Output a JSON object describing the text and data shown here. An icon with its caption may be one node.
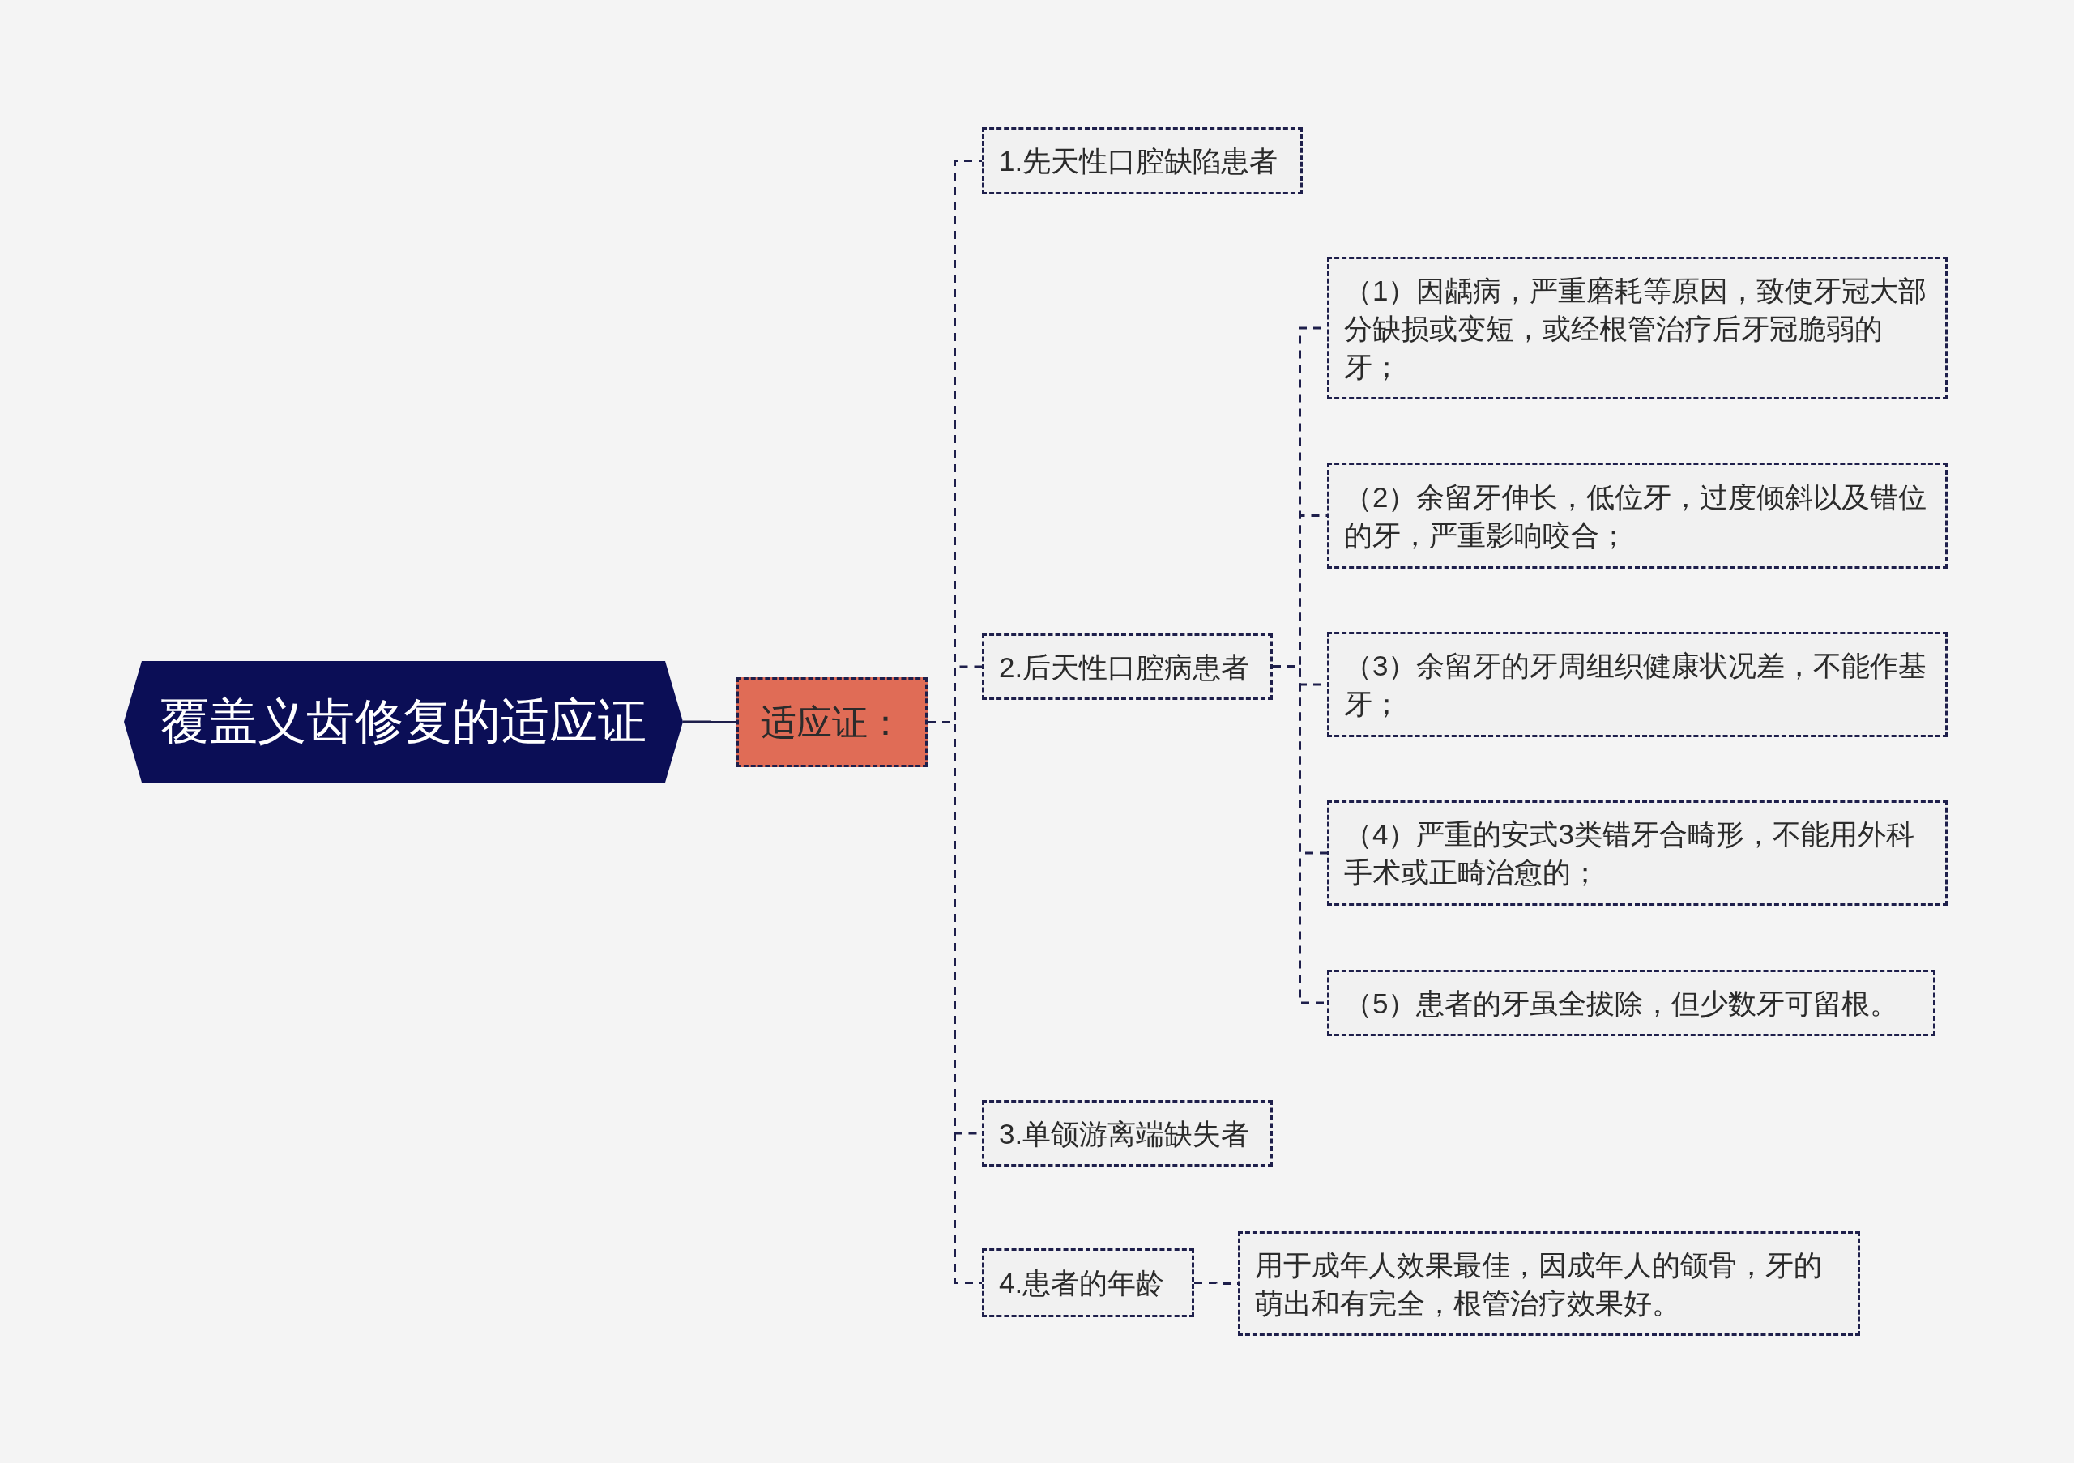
{
  "diagram": {
    "nodes": [
      {
        "text": [
          "覆盖义齿修复的适应证"
        ]
      },
      {
        "text": [
          "适应证："
        ]
      },
      {
        "text": [
          "1.先天性口腔缺陷患者"
        ]
      },
      {
        "text": [
          "2.后天性口腔病患者"
        ]
      },
      {
        "text": [
          "（1）因龋病，严重磨耗等原因，致使牙冠大部分缺损或变短，或经根管治疗后牙冠脆弱的牙；"
        ]
      },
      {
        "text": [
          "（2）余留牙伸长，低位牙，过度倾斜以及错位的牙，严重影响咬合；"
        ]
      },
      {
        "text": [
          "（3）余留牙的牙周组织健康状况差，不能作基牙；"
        ]
      },
      {
        "text": [
          "（4）严重的安式3类错牙合畸形，不能用外科手术或正畸治愈的；"
        ]
      },
      {
        "text": [
          "（5）患者的牙虽全拔除，但少数牙可留根。"
        ]
      },
      {
        "text": [
          "3.单颌游离端缺失者"
        ]
      },
      {
        "text": [
          "4.患者的年龄"
        ]
      },
      {
        "text": [
          "用于成年人效果最佳，因成年人的颌骨，牙的萌出和有完全，根管治疗效果好。"
        ]
      }
    ],
    "edges": [
      {
        "from": 0,
        "to": 1,
        "arrow": "none"
      },
      {
        "from": 1,
        "to": 2,
        "arrow": "none",
        "style": "dashed"
      },
      {
        "from": 1,
        "to": 3,
        "arrow": "none",
        "style": "dashed"
      },
      {
        "from": 3,
        "to": 4,
        "arrow": "none",
        "style": "dashed"
      },
      {
        "from": 3,
        "to": 5,
        "arrow": "none",
        "style": "dashed"
      },
      {
        "from": 3,
        "to": 6,
        "arrow": "none",
        "style": "dashed"
      },
      {
        "from": 3,
        "to": 7,
        "arrow": "none",
        "style": "dashed"
      },
      {
        "from": 3,
        "to": 8,
        "arrow": "none",
        "style": "dashed"
      },
      {
        "from": 1,
        "to": 9,
        "arrow": "none",
        "style": "dashed"
      },
      {
        "from": 1,
        "to": 10,
        "arrow": "none",
        "style": "dashed"
      },
      {
        "from": 10,
        "to": 11,
        "arrow": "none",
        "style": "dashed"
      }
    ]
  }
}
